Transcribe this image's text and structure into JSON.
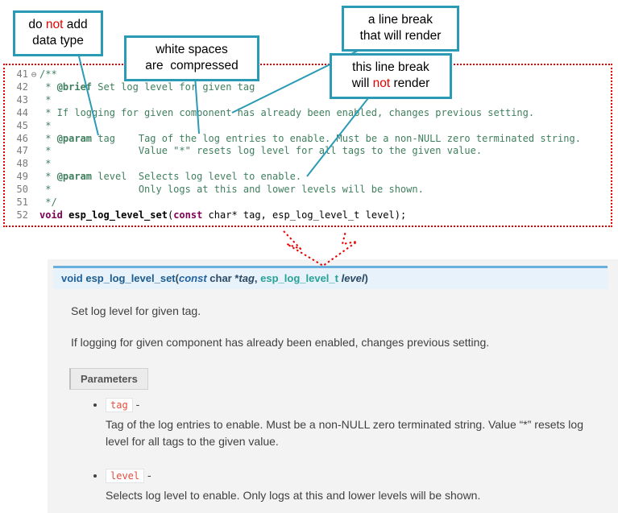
{
  "callouts": [
    {
      "segments": [
        {
          "t": "do "
        },
        {
          "t": "not",
          "red": true
        },
        {
          "t": " add"
        },
        {
          "br": true
        },
        {
          "t": "data type"
        }
      ]
    },
    {
      "segments": [
        {
          "t": "white spaces"
        },
        {
          "br": true
        },
        {
          "t": "are  compressed"
        }
      ]
    },
    {
      "segments": [
        {
          "t": "a line break"
        },
        {
          "br": true
        },
        {
          "t": "that will render"
        }
      ]
    },
    {
      "segments": [
        {
          "t": "this line break"
        },
        {
          "br": true
        },
        {
          "t": "will "
        },
        {
          "t": "not",
          "red": true
        },
        {
          "t": " render"
        }
      ]
    }
  ],
  "code": {
    "lines": [
      {
        "num": "41",
        "fold": "⊖",
        "seg": [
          {
            "t": "/**",
            "s": "c"
          }
        ]
      },
      {
        "num": "42",
        "seg": [
          {
            "t": " * ",
            "s": "c"
          },
          {
            "t": "@brief",
            "s": "t"
          },
          {
            "t": " Set log level for given tag",
            "s": "c"
          }
        ]
      },
      {
        "num": "43",
        "seg": [
          {
            "t": " *",
            "s": "c"
          }
        ]
      },
      {
        "num": "44",
        "seg": [
          {
            "t": " * If logging for given component has already been enabled, changes previous setting.",
            "s": "c"
          }
        ]
      },
      {
        "num": "45",
        "seg": [
          {
            "t": " *",
            "s": "c"
          }
        ]
      },
      {
        "num": "46",
        "seg": [
          {
            "t": " * ",
            "s": "c"
          },
          {
            "t": "@param",
            "s": "t"
          },
          {
            "t": " tag    Tag of the log entries to enable. Must be a non-NULL zero terminated string.",
            "s": "c"
          }
        ]
      },
      {
        "num": "47",
        "seg": [
          {
            "t": " *               Value \"*\" resets log level for all tags to the given value.",
            "s": "c"
          }
        ]
      },
      {
        "num": "48",
        "seg": [
          {
            "t": " *",
            "s": "c"
          }
        ]
      },
      {
        "num": "49",
        "seg": [
          {
            "t": " * ",
            "s": "c"
          },
          {
            "t": "@param",
            "s": "t"
          },
          {
            "t": " level  Selects log level to enable.",
            "s": "c"
          }
        ]
      },
      {
        "num": "50",
        "seg": [
          {
            "t": " *               Only logs at this and lower levels will be shown.",
            "s": "c"
          }
        ]
      },
      {
        "num": "51",
        "seg": [
          {
            "t": " */",
            "s": "c"
          }
        ]
      },
      {
        "num": "52",
        "seg": [
          {
            "t": "void",
            "s": "k"
          },
          {
            "t": " ",
            "s": "p"
          },
          {
            "t": "esp_log_level_set",
            "s": "f"
          },
          {
            "t": "(",
            "s": "p"
          },
          {
            "t": "const",
            "s": "k"
          },
          {
            "t": " char* tag, esp_log_level_t level);",
            "s": "p"
          }
        ]
      }
    ]
  },
  "docs": {
    "signature": [
      {
        "t": "void ",
        "s": "kw"
      },
      {
        "t": "esp_log_level_set",
        "s": "name"
      },
      {
        "t": "(",
        "s": "base"
      },
      {
        "t": "const",
        "s": "cst"
      },
      {
        "t": " char *",
        "s": "base"
      },
      {
        "t": "tag",
        "s": "arg"
      },
      {
        "t": ", ",
        "s": "base"
      },
      {
        "t": "esp_log_level_t",
        "s": "type"
      },
      {
        "t": " ",
        "s": "base"
      },
      {
        "t": "level",
        "s": "arg"
      },
      {
        "t": ")",
        "s": "base"
      }
    ],
    "para1": "Set log level for given tag.",
    "para2": "If logging for given component has already been enabled, changes previous setting.",
    "parameters_label": "Parameters",
    "params": [
      {
        "name": "tag",
        "sep": "-",
        "desc": "Tag of the log entries to enable. Must be a non-NULL zero terminated string. Value “*” resets log level for all tags to the given value."
      },
      {
        "name": "level",
        "sep": "-",
        "desc": "Selects log level to enable. Only logs at this and lower levels will be shown."
      }
    ]
  },
  "colors": {
    "callout_border": "#2b9bb5",
    "dotted_border": "#e60000",
    "comment_green": "#3f7f5f",
    "keyword_purple": "#7f0055",
    "sig_border": "#6ab0de",
    "sig_bg": "#e7f2fa",
    "literal_red": "#e74c3c",
    "panel_bg": "#f3f3f3"
  }
}
